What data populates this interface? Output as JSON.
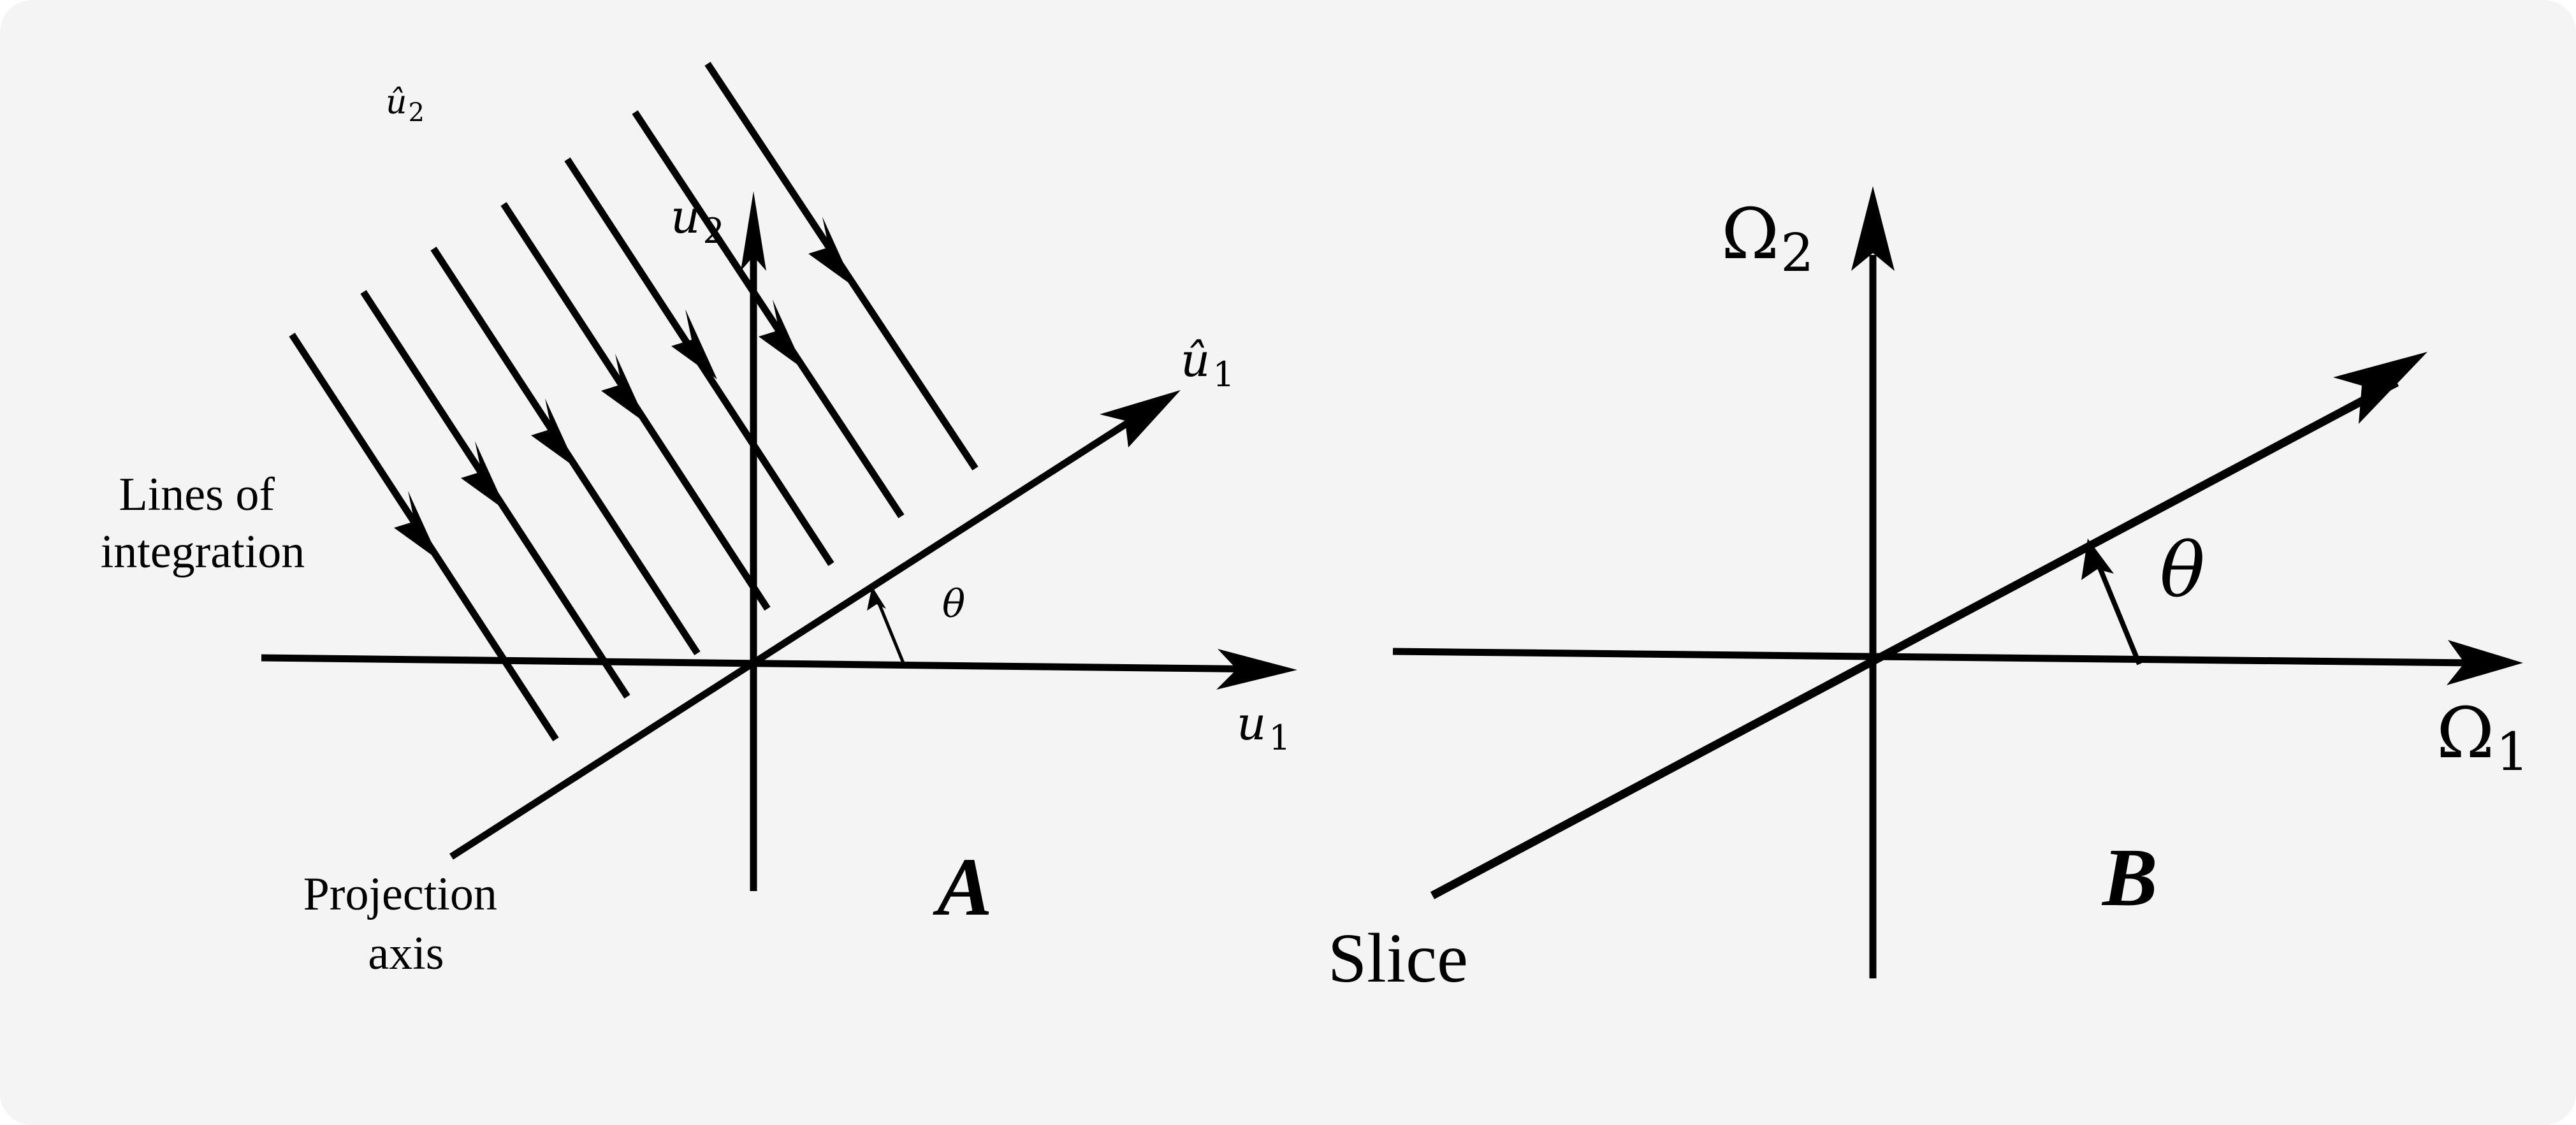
{
  "panel_a": {
    "label": "A",
    "axis_u1": "u",
    "axis_u1_sub": "1",
    "axis_u2": "u",
    "axis_u2_sub": "2",
    "proj_u1": "û",
    "proj_u1_sub": "1",
    "proj_u2": "û",
    "proj_u2_sub": "2",
    "angle": "θ",
    "lines_label_1": "Lines of",
    "lines_label_2": "integration",
    "projection_label_1": "Projection",
    "projection_label_2": "axis"
  },
  "panel_b": {
    "label": "B",
    "axis_omega1": "Ω",
    "axis_omega1_sub": "1",
    "axis_omega2": "Ω",
    "axis_omega2_sub": "2",
    "angle": "θ",
    "slice_label": "Slice"
  },
  "colors": {
    "background": "#f4f4f4",
    "ink": "#000000"
  }
}
